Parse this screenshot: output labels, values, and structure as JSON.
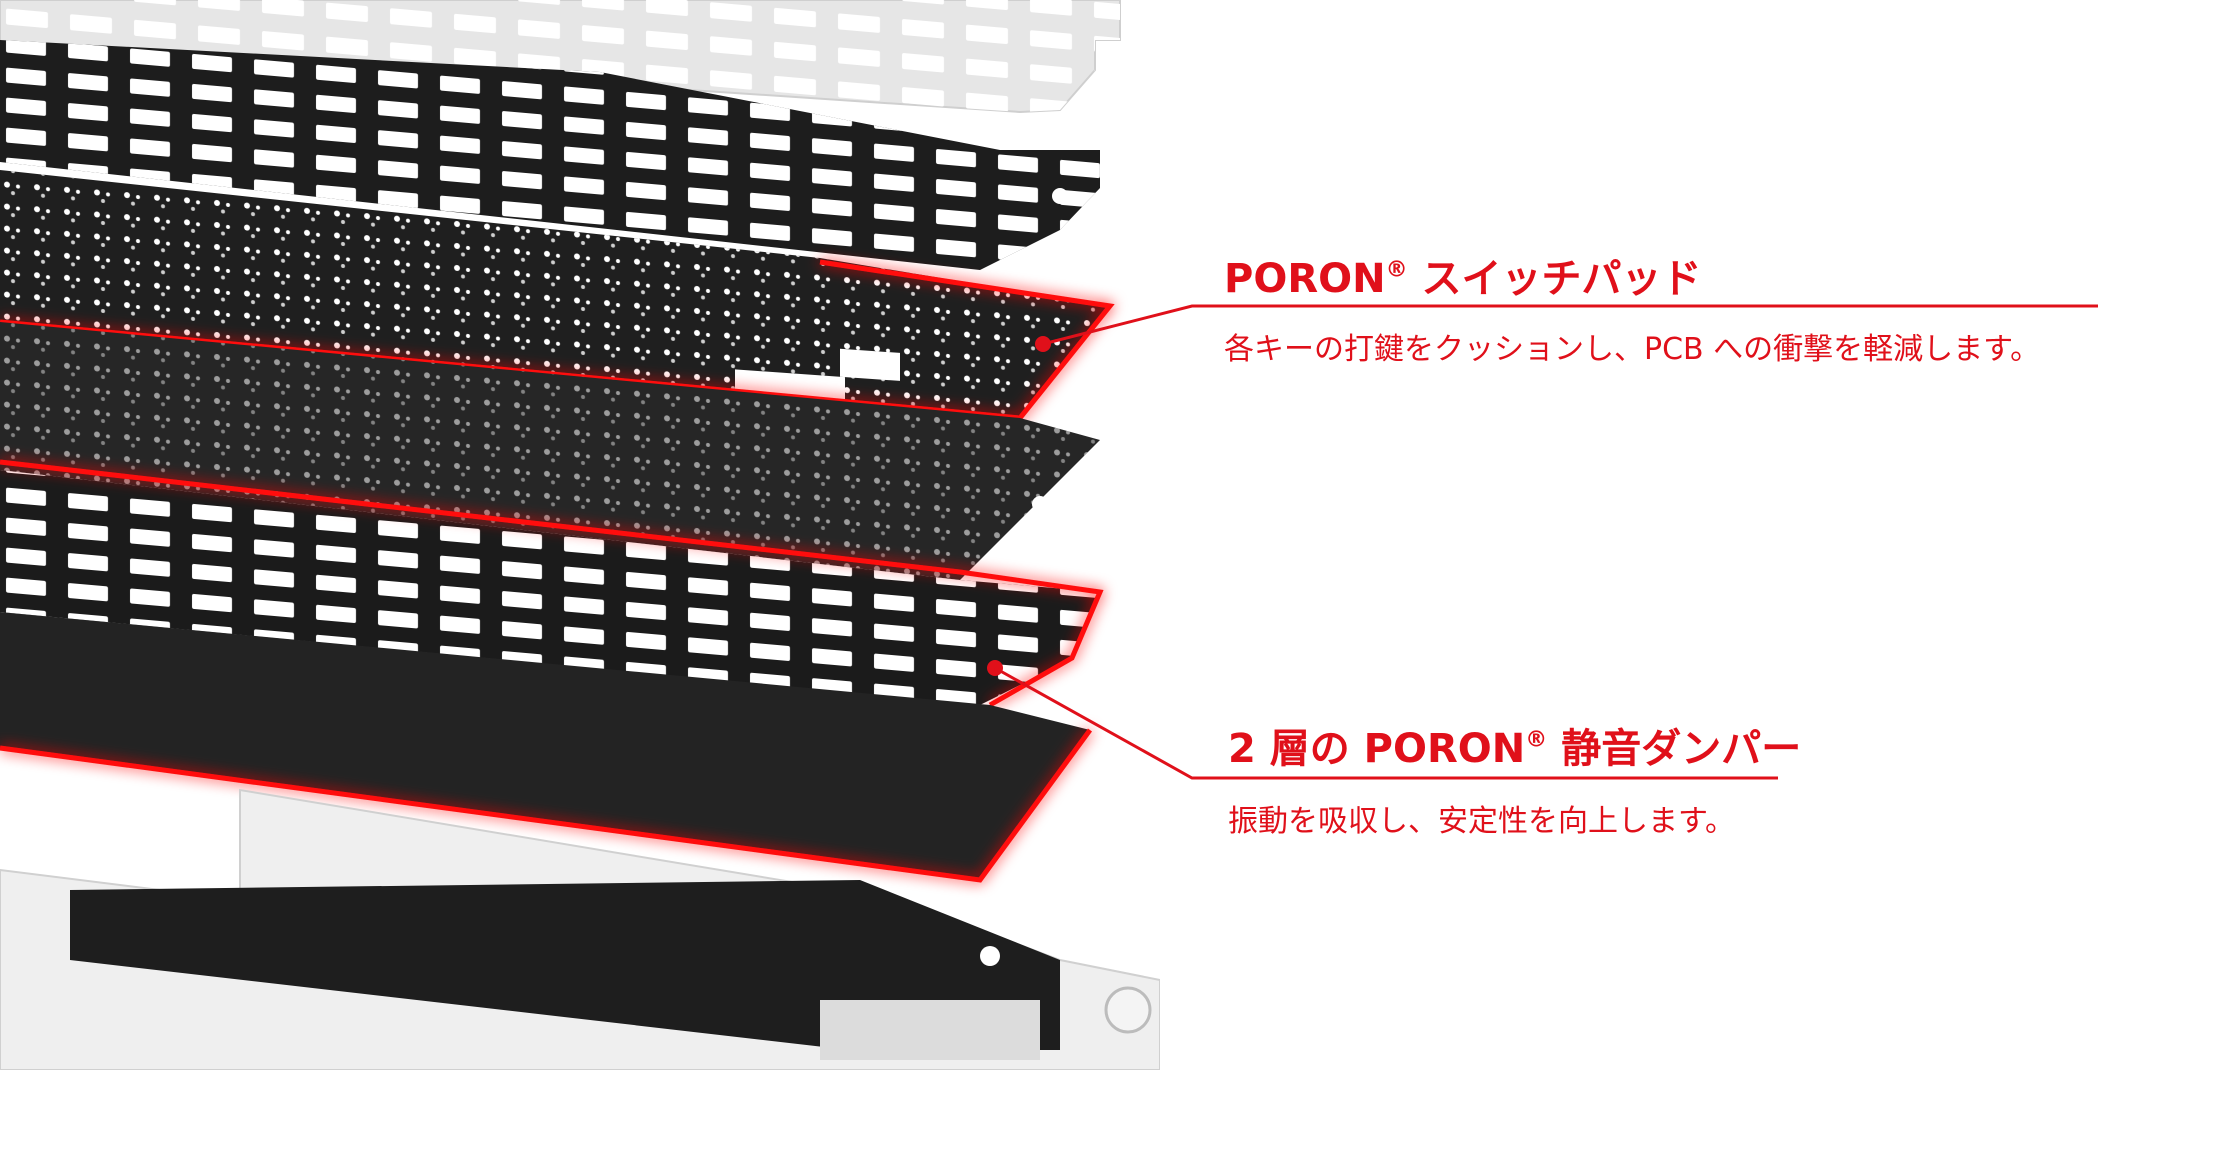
{
  "callouts": [
    {
      "title_prefix": "PORON",
      "title_mark": "®",
      "title_suffix": " スイッチパッド",
      "description": "各キーの打鍵をクッションし、PCB への衝撃を軽減します。"
    },
    {
      "title_prefix": "2 層の PORON",
      "title_mark": "®",
      "title_suffix": " 静音ダンパー",
      "description": "振動を吸収し、安定性を向上します。"
    }
  ],
  "colors": {
    "accent": "#e0101a",
    "foam": "#1c1c1c",
    "plate": "#e9e9e9",
    "case": "#eeeeee",
    "background": "#ffffff"
  },
  "icons": {
    "highlighted_layers": "red-glow-outline"
  }
}
